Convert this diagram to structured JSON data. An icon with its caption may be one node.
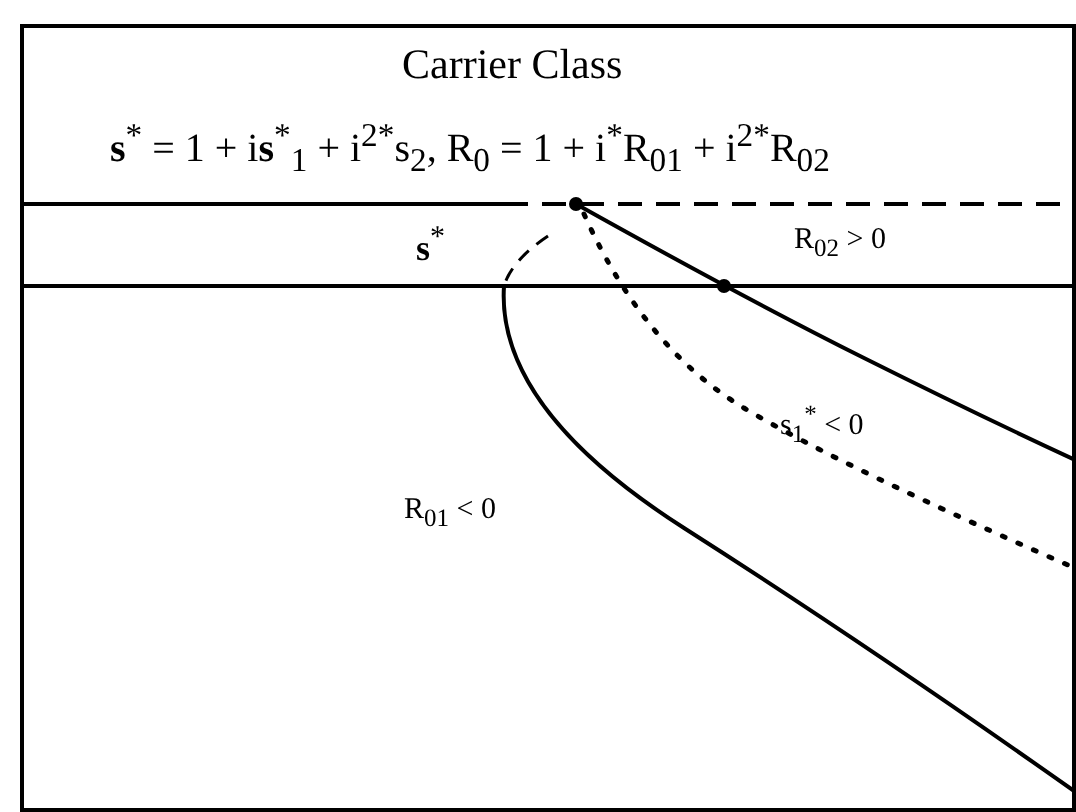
{
  "diagram": {
    "title": "Carrier Class",
    "labels": [
      "**s**$^{*}$ = 1 + i**s**$^{*}$$_{1}$ + i$^{2*}$s$_{2}$, R$_{0}$ = 1 + i$^{*}$R$_{01}$ + i$^{2*}$R$_{02}$",
      "**s**$^{*}$",
      "R$_{02}$ > 0",
      "s$_{1}$$^{*}$ < 0",
      "R$_{01}$ < 0"
    ]
  }
}
